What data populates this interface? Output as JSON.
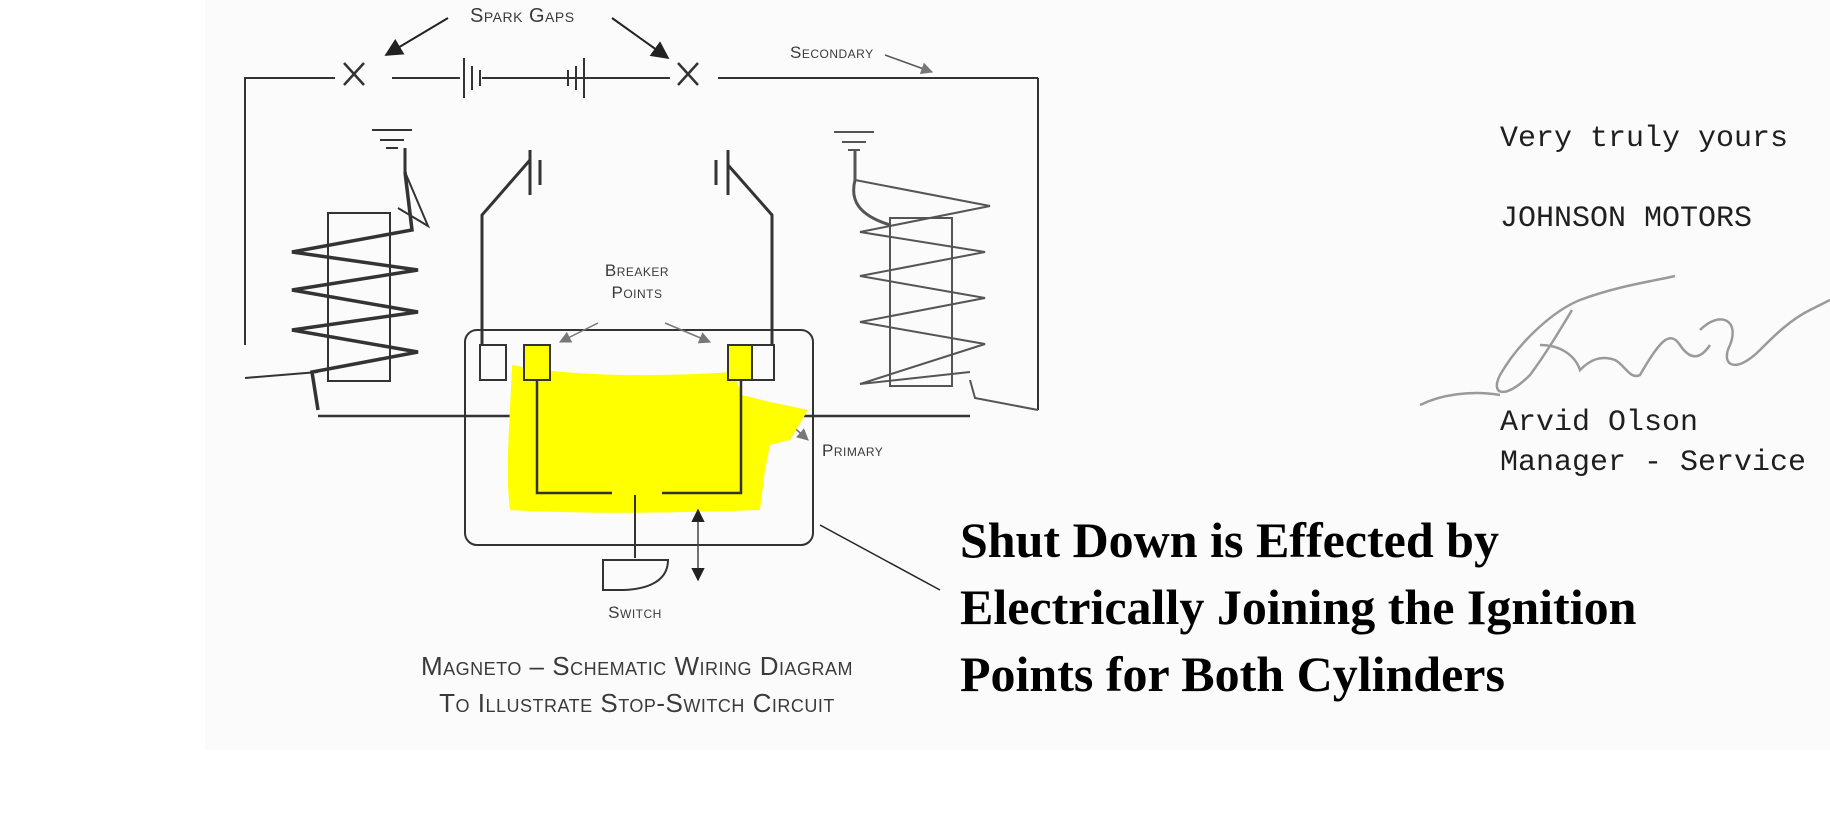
{
  "diagram": {
    "labels": {
      "spark_gaps": "Spark Gaps",
      "secondary": "Secondary",
      "breaker_points_line1": "Breaker",
      "breaker_points_line2": "Points",
      "primary": "Primary",
      "switch": "Switch"
    },
    "caption": {
      "line1": "Magneto – Schematic Wiring Diagram",
      "line2": "To Illustrate Stop-Switch Circuit"
    },
    "highlight_color": "#ffff00"
  },
  "letter": {
    "closing": "Very truly yours",
    "company": "JOHNSON MOTORS",
    "signer_name": "Arvid Olson",
    "signer_title": "Manager - Service"
  },
  "annotation": {
    "line1": "Shut Down is Effected by",
    "line2": "Electrically Joining the Ignition",
    "line3": "Points for Both Cylinders"
  }
}
